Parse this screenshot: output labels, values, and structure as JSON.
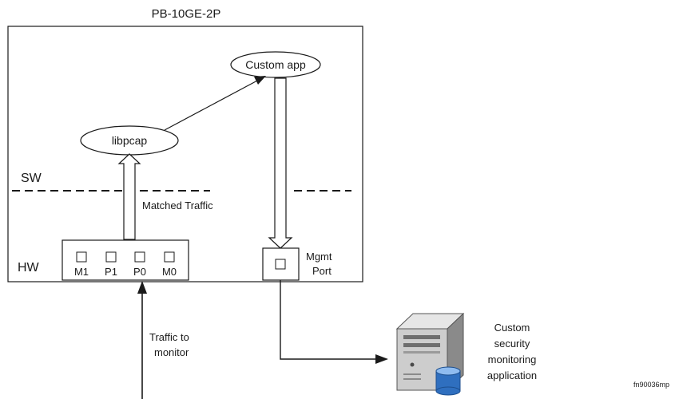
{
  "title": "PB-10GE-2P",
  "labels": {
    "sw": "SW",
    "hw": "HW",
    "custom_app": "Custom app",
    "libpcap": "libpcap",
    "matched_traffic": "Matched Traffic",
    "mgmt_line1": "Mgmt",
    "mgmt_line2": "Port",
    "traffic_line1": "Traffic to",
    "traffic_line2": "monitor",
    "server_line1": "Custom",
    "server_line2": "security",
    "server_line3": "monitoring",
    "server_line4": "application",
    "figure_id": "fn90036mp"
  },
  "ports": [
    "M1",
    "P1",
    "P0",
    "M0"
  ],
  "colors": {
    "line": "#1a1a1a",
    "server_body": "#c9c9c9",
    "server_dark": "#6e6e6e",
    "disk": "#3a7fd0"
  }
}
